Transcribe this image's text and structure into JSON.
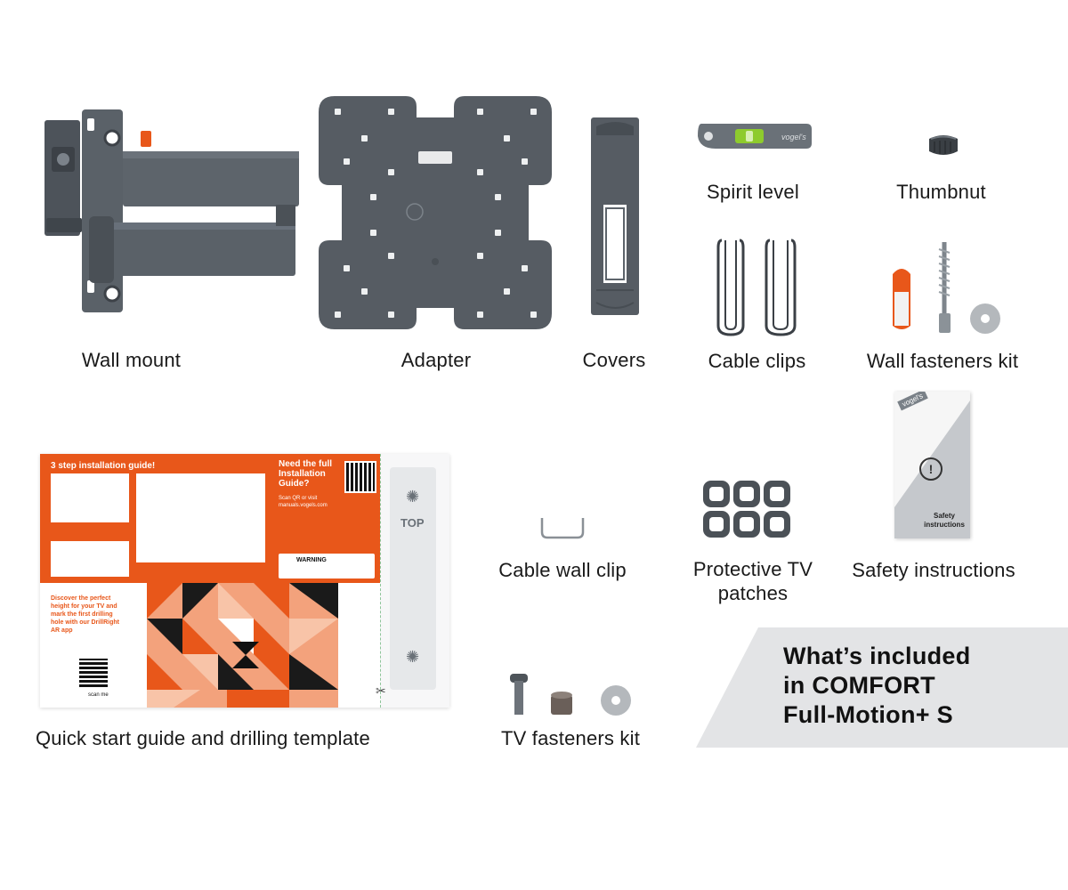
{
  "items": {
    "wall_mount": "Wall mount",
    "adapter": "Adapter",
    "covers": "Covers",
    "spirit_level": "Spirit level",
    "thumbnut": "Thumbnut",
    "cable_clips": "Cable clips",
    "wall_fasteners_kit": "Wall fasteners kit",
    "quick_start_guide": "Quick start guide and drilling template",
    "cable_wall_clip": "Cable wall clip",
    "protective_tv_patches": "Protective TV patches",
    "safety_instructions": "Safety instructions",
    "tv_fasteners_kit": "TV fasteners kit"
  },
  "guide": {
    "heading": "3 step installation guide!",
    "need_full": "Need the full Installation Guide?",
    "scan_text": "Scan QR or visit manuals.vogels.com",
    "warning": "WARNING",
    "discover": "Discover the perfect height for your TV and mark the first drilling hole with our DrillRight AR app",
    "scan_me": "scan me",
    "template_top": "TOP"
  },
  "safety_booklet": {
    "brand": "vogel's",
    "text": "Safety instructions"
  },
  "banner": {
    "line1": "What’s included",
    "line2": "in COMFORT",
    "line3": "Full-Motion+ S"
  },
  "colors": {
    "product_gray": "#565c63",
    "accent_orange": "#e8571a",
    "banner_bg": "#e3e4e6"
  }
}
